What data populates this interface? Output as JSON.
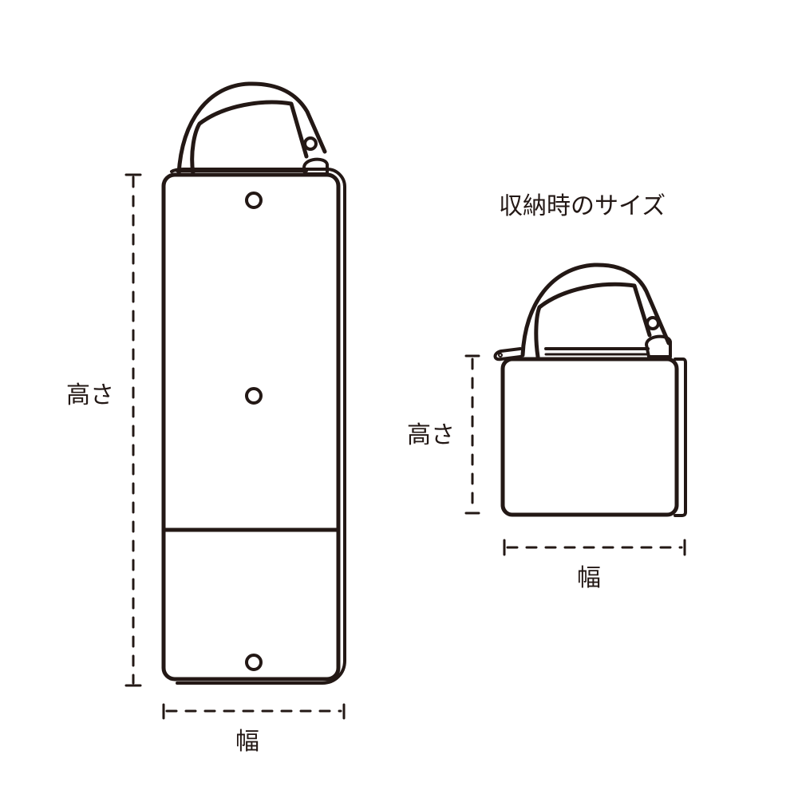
{
  "diagram": {
    "title": "収納時のサイズ",
    "open_bag": {
      "height_label": "高さ",
      "width_label": "幅"
    },
    "folded_bag": {
      "height_label": "高さ",
      "width_label": "幅"
    },
    "colors": {
      "stroke": "#231815",
      "background": "#ffffff"
    }
  }
}
